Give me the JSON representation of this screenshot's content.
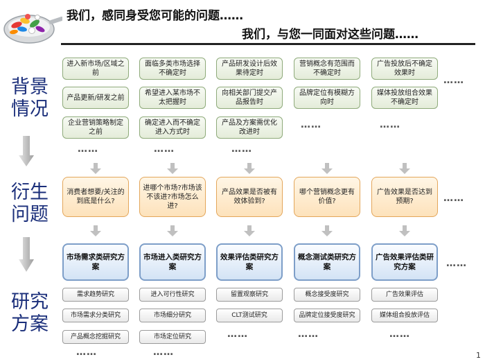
{
  "header": {
    "title_line1": "我们，感同身受您可能的问题……",
    "title_line2": "我们，与您一同面对这些问题……",
    "image_icon": "pill-spoon-image"
  },
  "side_labels": {
    "background": [
      "背景",
      "情况"
    ],
    "derived": [
      "衍生",
      "问题"
    ],
    "research": [
      "研究",
      "方案"
    ]
  },
  "ellipsis": "……",
  "columns": [
    {
      "background": [
        "进入新市场/区域之前",
        "产品更新/研发之前",
        "企业营销策略制定之前"
      ],
      "question": "消费者想要/关注的到底是什么?",
      "solution": "市场需求类研究方案",
      "sub_studies": [
        "需求趋势研究",
        "市场需求分类研究",
        "产品概念挖掘研究"
      ]
    },
    {
      "background": [
        "面临多类市场选择不确定时",
        "希望进入某市场不太把握时",
        "确定进入而不确定进入方式时"
      ],
      "question": "进哪个市场?市场该不该进?市场怎么进?",
      "solution": "市场进入类研究方案",
      "sub_studies": [
        "进入可行性研究",
        "市场细分研究",
        "市场定位研究"
      ]
    },
    {
      "background": [
        "产品研发设计后效果待定时",
        "向相关部门提交产品报告时",
        "产品及方案需优化改进时"
      ],
      "question": "产品效果是否被有效体验到?",
      "solution": "效果评估类研究方案",
      "sub_studies": [
        "留置观察研究",
        "CLT测试研究"
      ]
    },
    {
      "background": [
        "营销概念有范围而不确定时",
        "品牌定位有模糊方向时"
      ],
      "question": "哪个营销概念更有价值?",
      "solution": "概念测试类研究方案",
      "sub_studies": [
        "概念接受度研究",
        "品牌定位接受度研究"
      ]
    },
    {
      "background": [
        "广告投放后不确定效果时",
        "媒体投放组合效果不确定时"
      ],
      "question": "广告效果是否达到预期?",
      "solution": "广告效果评估类研究方案",
      "sub_studies": [
        "广告效果评估",
        "媒体组合投放评估"
      ]
    }
  ],
  "page_number": "1"
}
